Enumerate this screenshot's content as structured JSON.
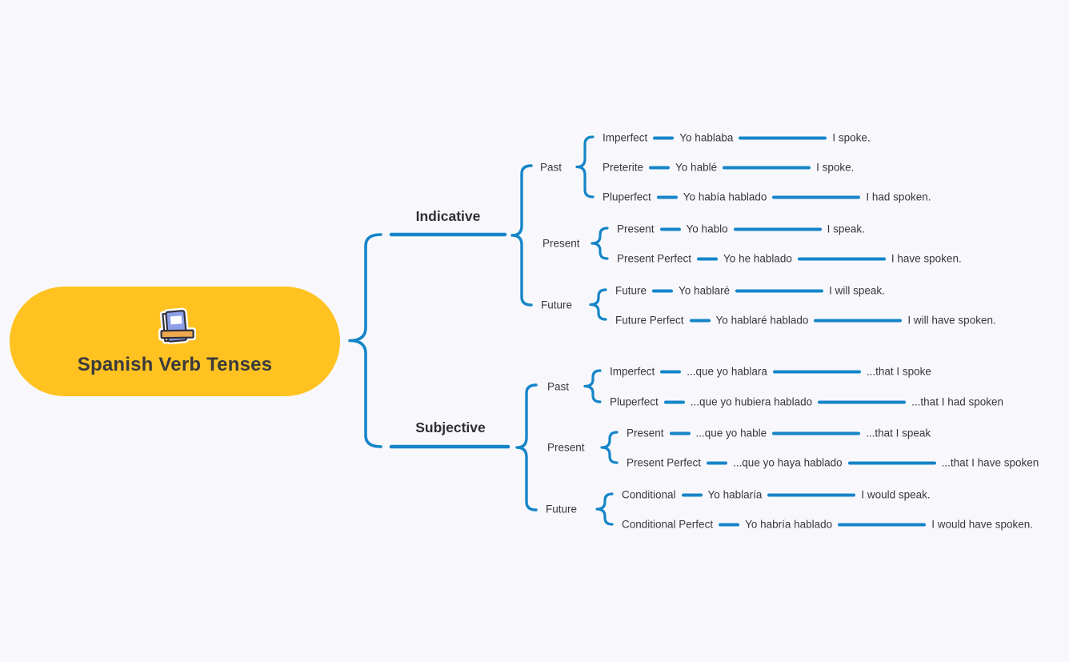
{
  "colors": {
    "connector_blue": "#1585c8",
    "root_yellow": "#ffc220",
    "text_dark": "#333338",
    "background": "#f8f8fc",
    "book_cover": "#8d9fe6",
    "book_strap": "#f0a94f"
  },
  "root": {
    "title": "Spanish Verb Tenses",
    "icon": "book-icon"
  },
  "branches": [
    {
      "label": "Indicative",
      "groups": [
        {
          "label": "Past",
          "rows": [
            {
              "tense": "Imperfect",
              "spanish": "Yo hablaba",
              "english": "I spoke."
            },
            {
              "tense": "Preterite",
              "spanish": "Yo hablé",
              "english": "I spoke."
            },
            {
              "tense": "Pluperfect",
              "spanish": "Yo había hablado",
              "english": "I had spoken."
            }
          ]
        },
        {
          "label": "Present",
          "rows": [
            {
              "tense": "Present",
              "spanish": "Yo hablo",
              "english": "I speak."
            },
            {
              "tense": "Present Perfect",
              "spanish": "Yo he hablado",
              "english": "I have spoken."
            }
          ]
        },
        {
          "label": "Future",
          "rows": [
            {
              "tense": "Future",
              "spanish": "Yo hablaré",
              "english": "I will speak."
            },
            {
              "tense": "Future Perfect",
              "spanish": "Yo hablaré hablado",
              "english": "I will have spoken."
            }
          ]
        }
      ]
    },
    {
      "label": "Subjective",
      "groups": [
        {
          "label": "Past",
          "rows": [
            {
              "tense": "Imperfect",
              "spanish": "...que yo hablara",
              "english": "...that I spoke"
            },
            {
              "tense": "Pluperfect",
              "spanish": "...que yo hubiera hablado",
              "english": "...that I had spoken"
            }
          ]
        },
        {
          "label": "Present",
          "rows": [
            {
              "tense": "Present",
              "spanish": "...que yo hable",
              "english": "...that I speak"
            },
            {
              "tense": "Present Perfect",
              "spanish": "...que yo haya hablado",
              "english": "...that I have spoken"
            }
          ]
        },
        {
          "label": "Future",
          "rows": [
            {
              "tense": "Conditional",
              "spanish": "Yo hablaría",
              "english": "I would speak."
            },
            {
              "tense": "Conditional Perfect",
              "spanish": "Yo habría hablado",
              "english": "I would have spoken."
            }
          ]
        }
      ]
    }
  ]
}
